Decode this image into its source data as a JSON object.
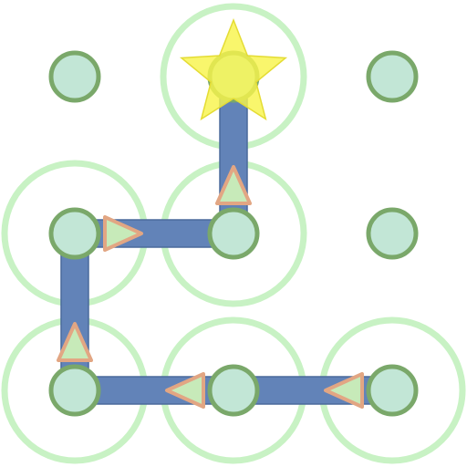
{
  "grid": {
    "rows": 3,
    "cols": 3,
    "dots": [
      {
        "row": 0,
        "col": 0,
        "selected": false
      },
      {
        "row": 0,
        "col": 1,
        "selected": true
      },
      {
        "row": 0,
        "col": 2,
        "selected": false
      },
      {
        "row": 1,
        "col": 0,
        "selected": true
      },
      {
        "row": 1,
        "col": 1,
        "selected": true
      },
      {
        "row": 1,
        "col": 2,
        "selected": false
      },
      {
        "row": 2,
        "col": 0,
        "selected": true
      },
      {
        "row": 2,
        "col": 1,
        "selected": true
      },
      {
        "row": 2,
        "col": 2,
        "selected": true
      }
    ]
  },
  "pattern": {
    "path": [
      {
        "row": 2,
        "col": 2
      },
      {
        "row": 2,
        "col": 1
      },
      {
        "row": 2,
        "col": 0
      },
      {
        "row": 1,
        "col": 0
      },
      {
        "row": 1,
        "col": 1
      },
      {
        "row": 0,
        "col": 1
      }
    ],
    "end_marker_icon": "star-icon",
    "direction_marker_icon": "triangle-arrow-icon"
  },
  "colors": {
    "dot_fill": "#c2e6d6",
    "dot_stroke": "#7aa86a",
    "ring_stroke": "#c8f2c4",
    "line_fill": "#6283b8",
    "line_stroke": "#4a6a9c",
    "arrow_fill": "#c7eab9",
    "arrow_stroke": "#e2a683",
    "star_fill": "#f8f44c",
    "star_stroke": "#e4dc34"
  }
}
